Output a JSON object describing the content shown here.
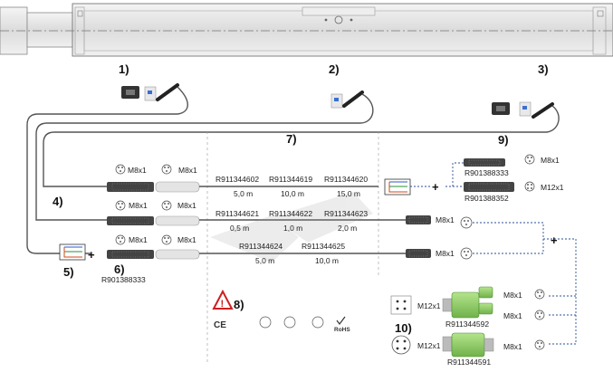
{
  "callouts": {
    "c1": "1)",
    "c2": "2)",
    "c3": "3)",
    "c4": "4)",
    "c5": "5)",
    "c6": "6)",
    "c7": "7)",
    "c8": "8)",
    "c9": "9)",
    "c10": "10)"
  },
  "connector_m8": "M8x1",
  "connector_m12": "M12x1",
  "plus": "+",
  "part_6": "R901388333",
  "cables": {
    "row1": [
      {
        "part": "R911344602",
        "length": "5,0 m"
      },
      {
        "part": "R911344619",
        "length": "10,0 m"
      },
      {
        "part": "R911344620",
        "length": "15,0 m"
      }
    ],
    "row2": [
      {
        "part": "R911344621",
        "length": "0,5 m"
      },
      {
        "part": "R911344622",
        "length": "1,0 m"
      },
      {
        "part": "R911344623",
        "length": "2,0 m"
      }
    ],
    "row3": [
      {
        "part": "R911344624",
        "length": "5,0 m"
      },
      {
        "part": "R911344625",
        "length": "10,0 m"
      }
    ]
  },
  "extension_parts": {
    "m8": "R901388333",
    "m12": "R901388352"
  },
  "adapter_parts": {
    "top": "R911344592",
    "bottom": "R911344591"
  },
  "certs": {
    "ce": "CE",
    "rohs": "RoHS"
  },
  "colors": {
    "cable": "#555555",
    "dashed": "#2a4f9a",
    "adapter_green": "#8ccc62",
    "warning": "#cc1f1f"
  }
}
